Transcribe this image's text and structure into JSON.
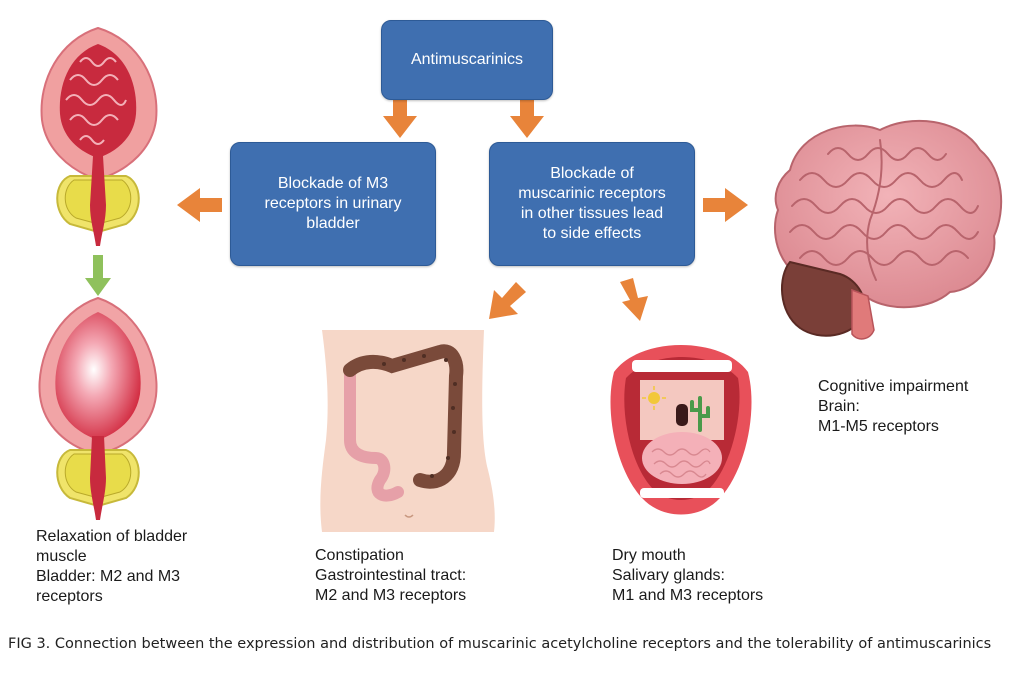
{
  "colors": {
    "box_fill": "#3f6fb0",
    "arrow_orange": "#e8843a",
    "arrow_green": "#8fc15c",
    "brain_pink": "#e79aa0",
    "bladder_red": "#d02a3a",
    "prostate_yellow": "#f0e46a",
    "colon_brown": "#7a4a3a"
  },
  "boxes": {
    "top": "Antimuscarinics",
    "left": "Blockade of M3\nreceptors in urinary\nbladder",
    "right": "Blockade of\nmuscarinic receptors\nin other tissues lead\nto side effects"
  },
  "captions": {
    "bladder": "Relaxation of bladder\nmuscle\nBladder: M2 and M3\nreceptors",
    "gi": "Constipation\nGastrointestinal tract:\nM2 and M3 receptors",
    "mouth": "Dry mouth\nSalivary glands:\nM1 and M3 receptors",
    "brain": "Cognitive impairment\nBrain:\nM1-M5 receptors"
  },
  "figure_caption": {
    "label": "FIG 3.",
    "text": "Connection between the expression and distribution of muscarinic acetylcholine receptors and the tolerability of antimuscarinics"
  },
  "icons": [
    "bladder-contracted-icon",
    "bladder-relaxed-icon",
    "intestine-icon",
    "dry-mouth-icon",
    "brain-icon"
  ]
}
